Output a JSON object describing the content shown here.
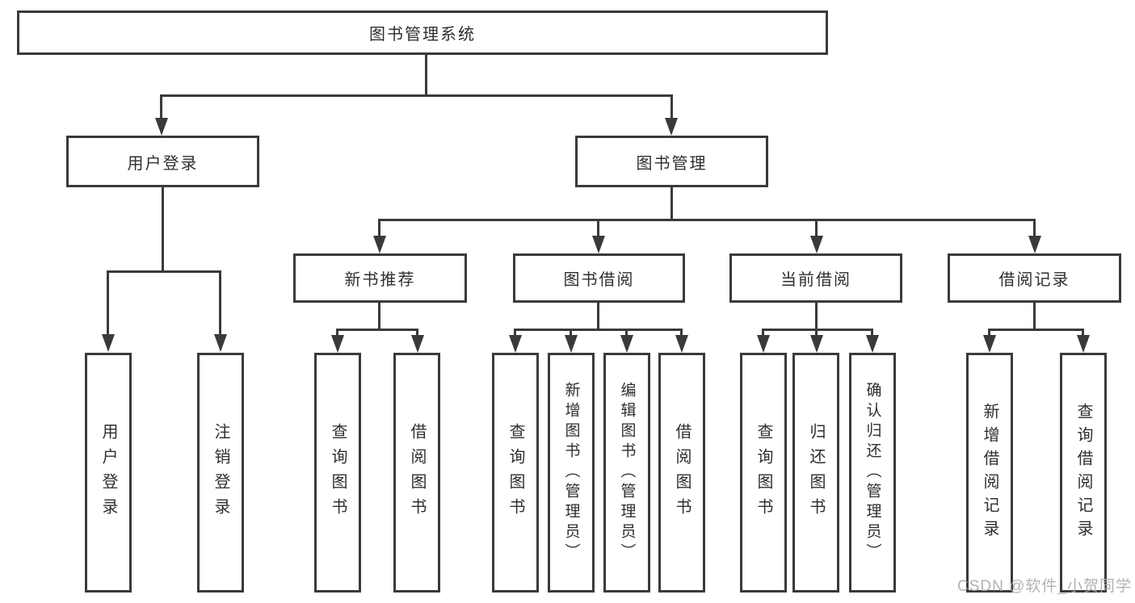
{
  "diagram": {
    "title": "图书管理系统",
    "watermark": "CSDN @软件_小贺同学",
    "colors": {
      "line": "#3a3a3a",
      "text": "#2f2f2f",
      "watermark": "#aaaaaa"
    },
    "nodes": {
      "root": "图书管理系统",
      "user_login": "用户登录",
      "book_mgmt": "图书管理",
      "new_books": "新书推荐",
      "book_borrow": "图书借阅",
      "current_borrow": "当前借阅",
      "borrow_records": "借阅记录",
      "leaf_user_login": "用户登录",
      "leaf_logout": "注销登录",
      "leaf_nb_query": "查询图书",
      "leaf_nb_borrow": "借阅图书",
      "leaf_bb_query": "查询图书",
      "leaf_bb_add": "新增图书（管理员）",
      "leaf_bb_edit": "编辑图书（管理员）",
      "leaf_bb_borrow": "借阅图书",
      "leaf_cb_query": "查询图书",
      "leaf_cb_return": "归还图书",
      "leaf_cb_confirm": "确认归还（管理员）",
      "leaf_br_add": "新增借阅记录",
      "leaf_br_query": "查询借阅记录"
    }
  }
}
